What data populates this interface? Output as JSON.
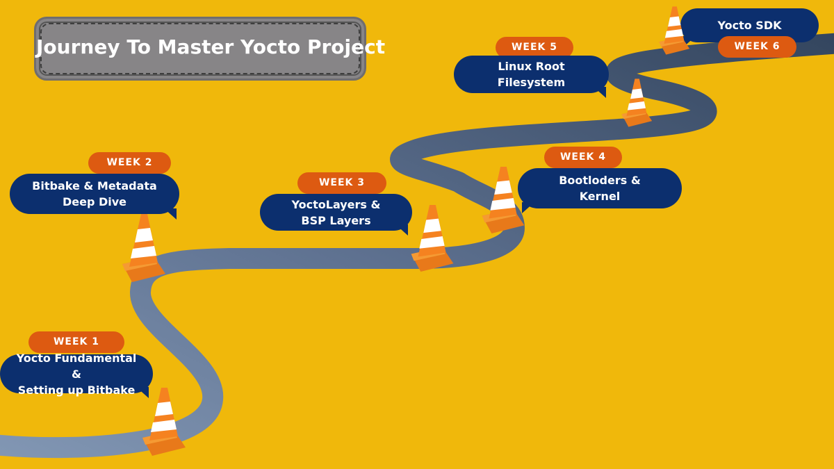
{
  "title": "Journey To Master Yocto Project",
  "colors": {
    "background": "#f0b80b",
    "road": "#5d7090",
    "week_pill": "#dd5a11",
    "topic_bubble": "#0c2f6e",
    "cone_orange": "#f58220",
    "cone_stripe": "#ffffff"
  },
  "milestones": [
    {
      "week": "WEEK 1",
      "topic_lines": [
        "Yocto Fundamental &",
        "Setting up Bitbake"
      ],
      "icon": "traffic-cone-icon"
    },
    {
      "week": "WEEK 2",
      "topic_lines": [
        "Bitbake & Metadata",
        "Deep Dive"
      ],
      "icon": "traffic-cone-icon"
    },
    {
      "week": "WEEK 3",
      "topic_lines": [
        "YoctoLayers &",
        "BSP Layers"
      ],
      "icon": "traffic-cone-icon"
    },
    {
      "week": "WEEK 4",
      "topic_lines": [
        "Bootloders &",
        "Kernel"
      ],
      "icon": "traffic-cone-icon"
    },
    {
      "week": "WEEK 5",
      "topic_lines": [
        "Linux Root",
        "Filesystem"
      ],
      "icon": "traffic-cone-icon"
    },
    {
      "week": "WEEK 6",
      "topic_lines": [
        "Yocto SDK"
      ],
      "icon": "traffic-cone-icon"
    }
  ]
}
